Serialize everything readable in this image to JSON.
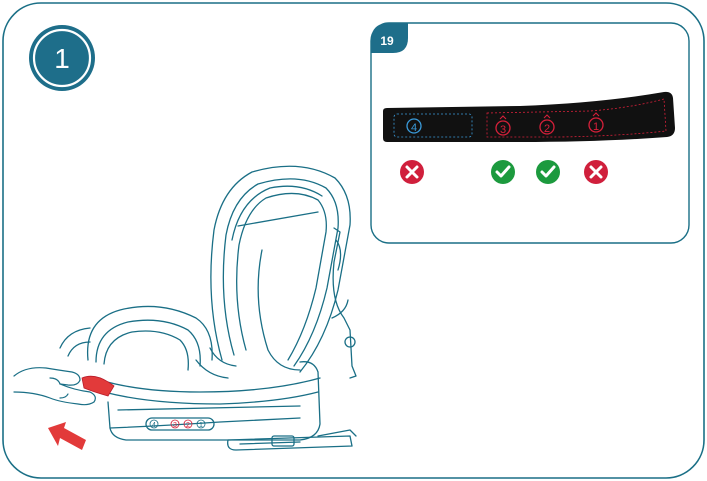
{
  "step": {
    "number": "1"
  },
  "detail_panel": {
    "figure_number": "19",
    "positions": [
      {
        "label": "4",
        "status": "not-allowed",
        "color": "#3a9ad9"
      },
      {
        "label": "3",
        "status": "allowed",
        "color": "#d6203a"
      },
      {
        "label": "2",
        "status": "allowed",
        "color": "#d6203a"
      },
      {
        "label": "1",
        "status": "not-allowed",
        "color": "#d6203a"
      }
    ]
  },
  "base_indicator": {
    "labels": [
      "4",
      "3",
      "2",
      "1"
    ]
  },
  "colors": {
    "teal": "#1a6f86",
    "step_circle": "#1e6e8a",
    "allowed": "#1c9a3e",
    "not_allowed": "#d01f3c",
    "arrow": "#e23a3a",
    "strip": "#111111"
  },
  "icons": [
    "check-icon",
    "cross-icon",
    "push-arrow-icon",
    "hand-icon"
  ]
}
